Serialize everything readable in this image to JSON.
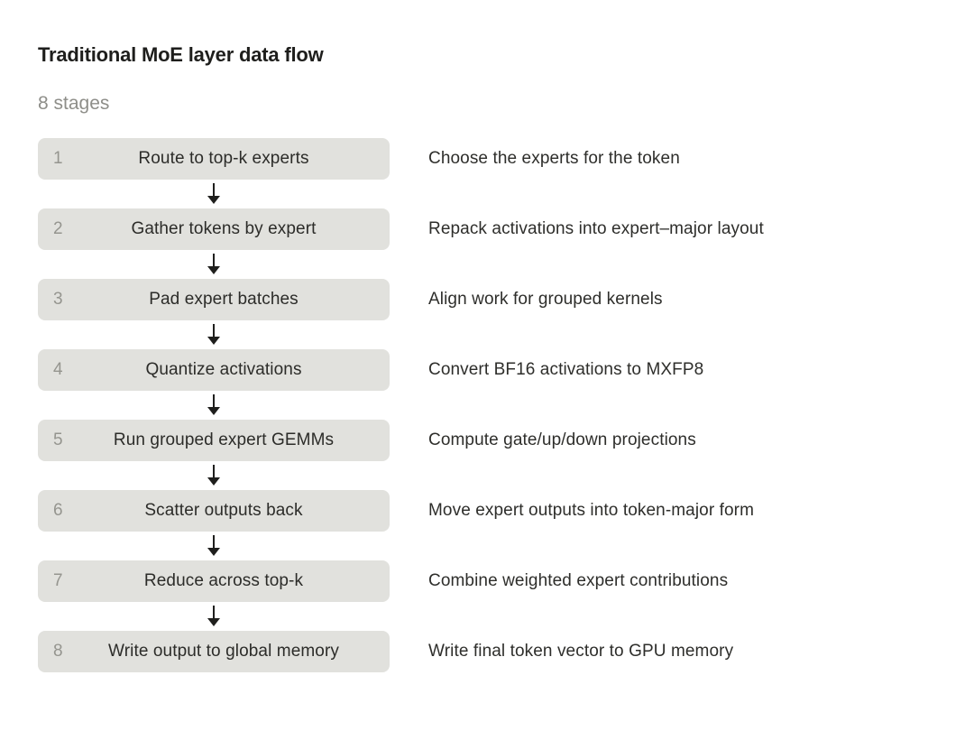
{
  "page": {
    "title": "Traditional MoE layer data flow",
    "subtitle": "8 stages"
  },
  "colors": {
    "background": "#ffffff",
    "box_bg": "#e1e1dd",
    "number_text": "#95958f",
    "title_text": "#1e1e1c",
    "subtitle_text": "#8e8e89",
    "label_text": "#2c2c29",
    "description_text": "#2e2e2b",
    "arrow": "#1f1f1d"
  },
  "icons": {
    "down_arrow": "down-arrow-icon"
  },
  "stages": [
    {
      "num": "1",
      "label": "Route to top-k experts",
      "description": "Choose the experts for the token"
    },
    {
      "num": "2",
      "label": "Gather tokens by expert",
      "description": "Repack activations into expert–major layout"
    },
    {
      "num": "3",
      "label": "Pad expert batches",
      "description": "Align work for grouped kernels"
    },
    {
      "num": "4",
      "label": "Quantize activations",
      "description": "Convert BF16 activations to MXFP8"
    },
    {
      "num": "5",
      "label": "Run grouped expert GEMMs",
      "description": "Compute gate/up/down projections"
    },
    {
      "num": "6",
      "label": "Scatter outputs back",
      "description": "Move expert outputs into token-major form"
    },
    {
      "num": "7",
      "label": "Reduce across top-k",
      "description": "Combine weighted expert contributions"
    },
    {
      "num": "8",
      "label": "Write output to global memory",
      "description": "Write final token vector to GPU memory"
    }
  ]
}
